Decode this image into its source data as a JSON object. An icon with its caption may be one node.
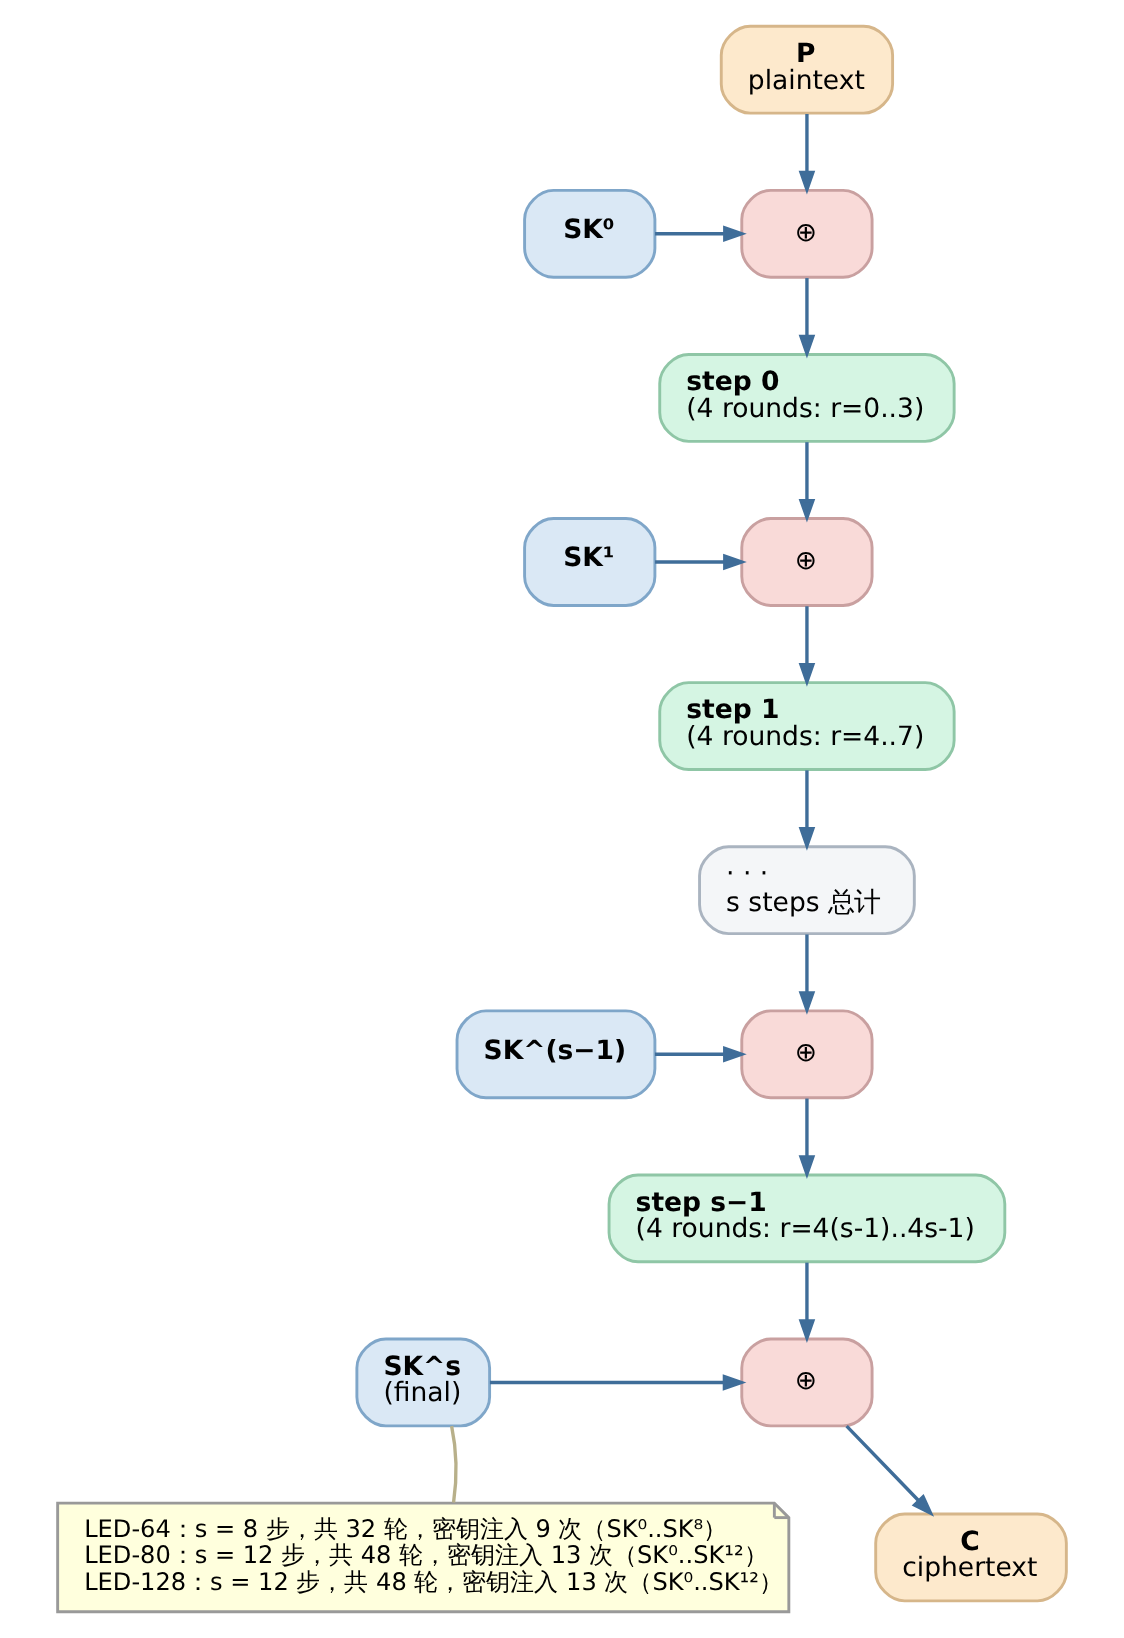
{
  "diagram": {
    "nodes": [
      {
        "text": [
          "P",
          "plaintext"
        ]
      },
      {
        "text": [
          "SK⁰"
        ]
      },
      {
        "text": [
          "⊕"
        ]
      },
      {
        "text": [
          "step 0",
          "(4 rounds: r=0..3)"
        ]
      },
      {
        "text": [
          "SK¹"
        ]
      },
      {
        "text": [
          "⊕"
        ]
      },
      {
        "text": [
          "step 1",
          "(4 rounds: r=4..7)"
        ]
      },
      {
        "text": [
          "· · ·",
          "s steps 总计"
        ]
      },
      {
        "text": [
          "SK^(s−1)"
        ]
      },
      {
        "text": [
          "⊕"
        ]
      },
      {
        "text": [
          "step s−1",
          "(4 rounds: r=4(s-1)..4s-1)"
        ]
      },
      {
        "text": [
          "SK^s",
          "(final)"
        ]
      },
      {
        "text": [
          "⊕"
        ]
      },
      {
        "text": [
          "LED-64：s = 8 步，共 32 轮，密钥注入 9 次（SK⁰..SK⁸）",
          "LED-80：s = 12 步，共 48 轮，密钥注入 13 次（SK⁰..SK¹²）",
          "LED-128：s = 12 步，共 48 轮，密钥注入 13 次（SK⁰..SK¹²）"
        ]
      },
      {
        "text": [
          "C",
          "ciphertext"
        ]
      }
    ],
    "edges": [
      {
        "from": 0,
        "to": 2,
        "arrow": "to"
      },
      {
        "from": 1,
        "to": 2,
        "arrow": "to"
      },
      {
        "from": 2,
        "to": 3,
        "arrow": "to"
      },
      {
        "from": 3,
        "to": 5,
        "arrow": "to"
      },
      {
        "from": 4,
        "to": 5,
        "arrow": "to"
      },
      {
        "from": 5,
        "to": 6,
        "arrow": "to"
      },
      {
        "from": 6,
        "to": 7,
        "arrow": "to"
      },
      {
        "from": 7,
        "to": 9,
        "arrow": "to"
      },
      {
        "from": 8,
        "to": 9,
        "arrow": "to"
      },
      {
        "from": 9,
        "to": 10,
        "arrow": "to"
      },
      {
        "from": 10,
        "to": 12,
        "arrow": "to"
      },
      {
        "from": 11,
        "to": 12,
        "arrow": "to"
      },
      {
        "from": 12,
        "to": 14,
        "arrow": "to"
      },
      {
        "from": 13,
        "to": 11,
        "arrow": "none",
        "color": "#b8b08a"
      }
    ]
  }
}
